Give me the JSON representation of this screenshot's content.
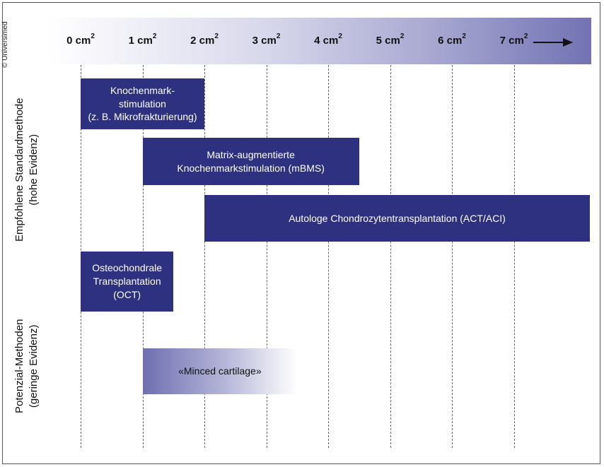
{
  "copyright": "© Universimed",
  "axis": {
    "ticks": [
      {
        "num": "0 cm",
        "sup": "2"
      },
      {
        "num": "1 cm",
        "sup": "2"
      },
      {
        "num": "2 cm",
        "sup": "2"
      },
      {
        "num": "3 cm",
        "sup": "2"
      },
      {
        "num": "4 cm",
        "sup": "2"
      },
      {
        "num": "5 cm",
        "sup": "2"
      },
      {
        "num": "6 cm",
        "sup": "2"
      },
      {
        "num": "7 cm",
        "sup": "2"
      }
    ]
  },
  "groups": {
    "standard": {
      "line1": "Empfohlene Standardmethode",
      "line2": "(hohe Evidenz)"
    },
    "potential": {
      "line1": "Potenzial-Methoden",
      "line2": "(geringe Evidenz)"
    }
  },
  "methods": [
    {
      "label": "Knochenmark-\nstimulation\n(z. B. Mikrofrakturierung)",
      "from_cm2": 0,
      "to_cm2": 2,
      "evidence": "high"
    },
    {
      "label": "Matrix-augmentierte\nKnochenmarkstimulation (mBMS)",
      "from_cm2": 1,
      "to_cm2": 4.5,
      "evidence": "high"
    },
    {
      "label": "Autologe Chondrozytentransplantation (ACT/ACI)",
      "from_cm2": 2,
      "to_cm2": 8.3,
      "evidence": "high"
    },
    {
      "label": "Osteochondrale\nTransplantation\n(OCT)",
      "from_cm2": 0,
      "to_cm2": 1.5,
      "evidence": "high"
    },
    {
      "label": "«Minced cartilage»",
      "from_cm2": 1,
      "to_cm2": 3.5,
      "evidence": "low"
    }
  ],
  "colors": {
    "bar": "#2e3180",
    "header_end": "#7272b4"
  }
}
